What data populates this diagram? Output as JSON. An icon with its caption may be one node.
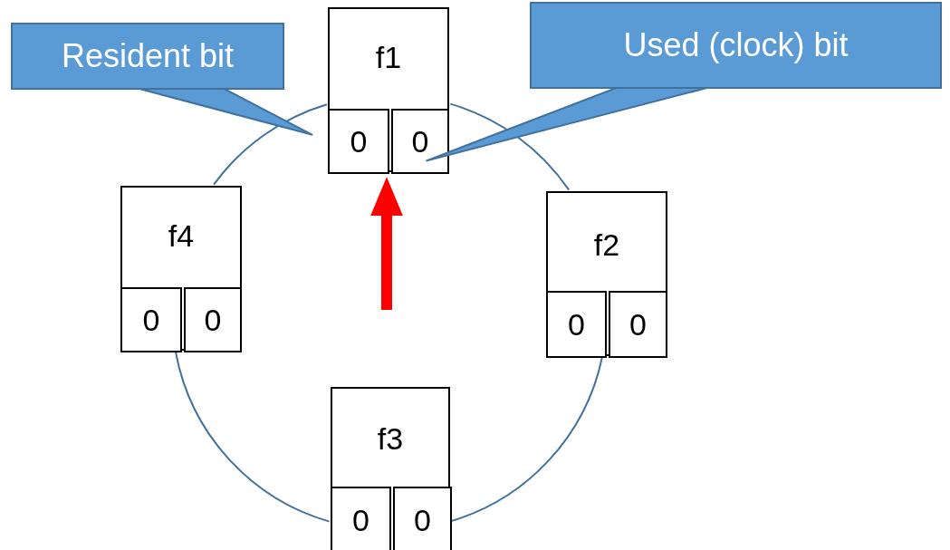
{
  "diagram": {
    "nodes": [
      {
        "text": [
          "Resident bit"
        ]
      },
      {
        "text": [
          "f1"
        ]
      },
      {
        "text": [
          "0"
        ],
        "in": 1
      },
      {
        "text": [
          "0"
        ],
        "in": 1
      },
      {
        "text": [
          "Used (clock) bit"
        ]
      },
      {
        "text": [
          "f4"
        ]
      },
      {
        "text": [
          "0"
        ],
        "in": 5
      },
      {
        "text": [
          "0"
        ],
        "in": 5
      },
      {
        "text": [
          "f2"
        ]
      },
      {
        "text": [
          "0"
        ],
        "in": 8
      },
      {
        "text": [
          "0"
        ],
        "in": 8
      },
      {
        "text": [
          "f3"
        ]
      },
      {
        "text": [
          "0"
        ],
        "in": 11
      },
      {
        "text": [
          "0"
        ],
        "in": 11
      }
    ],
    "edges": [
      {
        "from": 0,
        "to": 2,
        "arrow": "none"
      },
      {
        "from": 4,
        "to": 3,
        "arrow": "none"
      },
      {
        "from": null,
        "to": 1,
        "arrow": "to",
        "style": "thick",
        "color": "#ff0000"
      },
      {
        "from": 1,
        "to": 8,
        "arrow": "none"
      },
      {
        "from": 8,
        "to": 11,
        "arrow": "none"
      },
      {
        "from": 11,
        "to": 5,
        "arrow": "none"
      },
      {
        "from": 5,
        "to": 1,
        "arrow": "none"
      }
    ]
  }
}
